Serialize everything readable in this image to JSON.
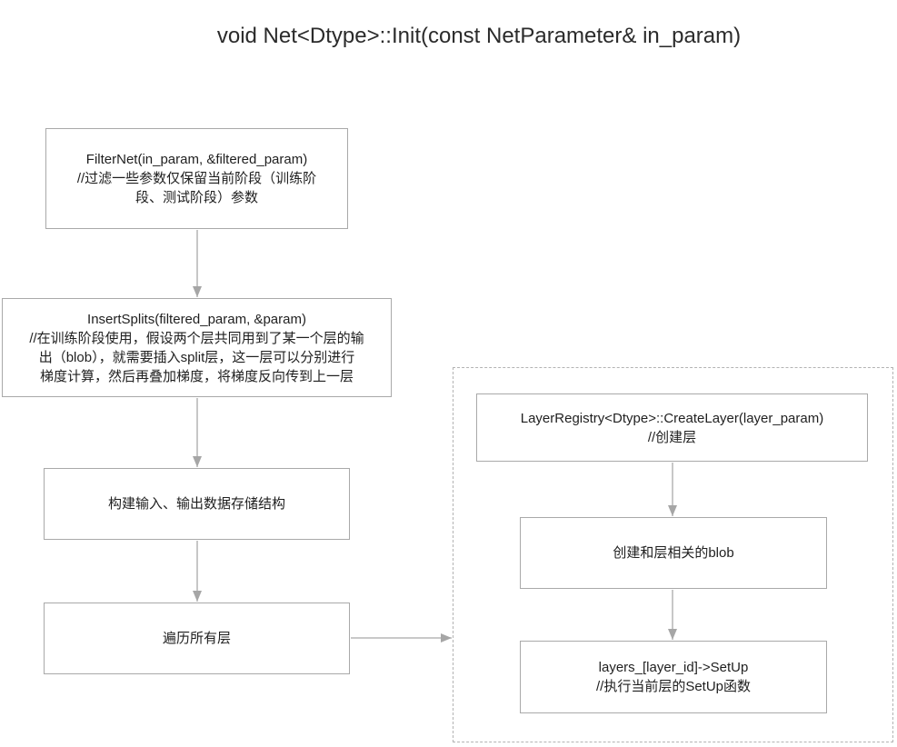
{
  "title": "void Net<Dtype>::Init(const NetParameter& in_param)",
  "nodes": {
    "filter_net": {
      "text": "FilterNet(in_param, &filtered_param)\n//过滤一些参数仅保留当前阶段（训练阶\n段、测试阶段）参数"
    },
    "insert_splits": {
      "text": "InsertSplits(filtered_param, &param)\n//在训练阶段使用，假设两个层共同用到了某一个层的输\n出（blob），就需要插入split层，这一层可以分别进行\n梯度计算，然后再叠加梯度，将梯度反向传到上一层"
    },
    "build_io": {
      "text": "构建输入、输出数据存储结构"
    },
    "iterate_layers": {
      "text": "遍历所有层"
    },
    "create_layer": {
      "text": "LayerRegistry<Dtype>::CreateLayer(layer_param)\n//创建层"
    },
    "create_blob": {
      "text": "创建和层相关的blob"
    },
    "layer_setup": {
      "text": "layers_[layer_id]->SetUp\n//执行当前层的SetUp函数"
    }
  },
  "colors": {
    "background": "#ffffff",
    "box_border": "#a9a9a9",
    "dashed_border": "#b3b3b3",
    "connector": "#a9a9a9",
    "arrowhead": "#a6a6a6",
    "text": "#1f1f1f",
    "title_text": "#2b2b2b"
  }
}
